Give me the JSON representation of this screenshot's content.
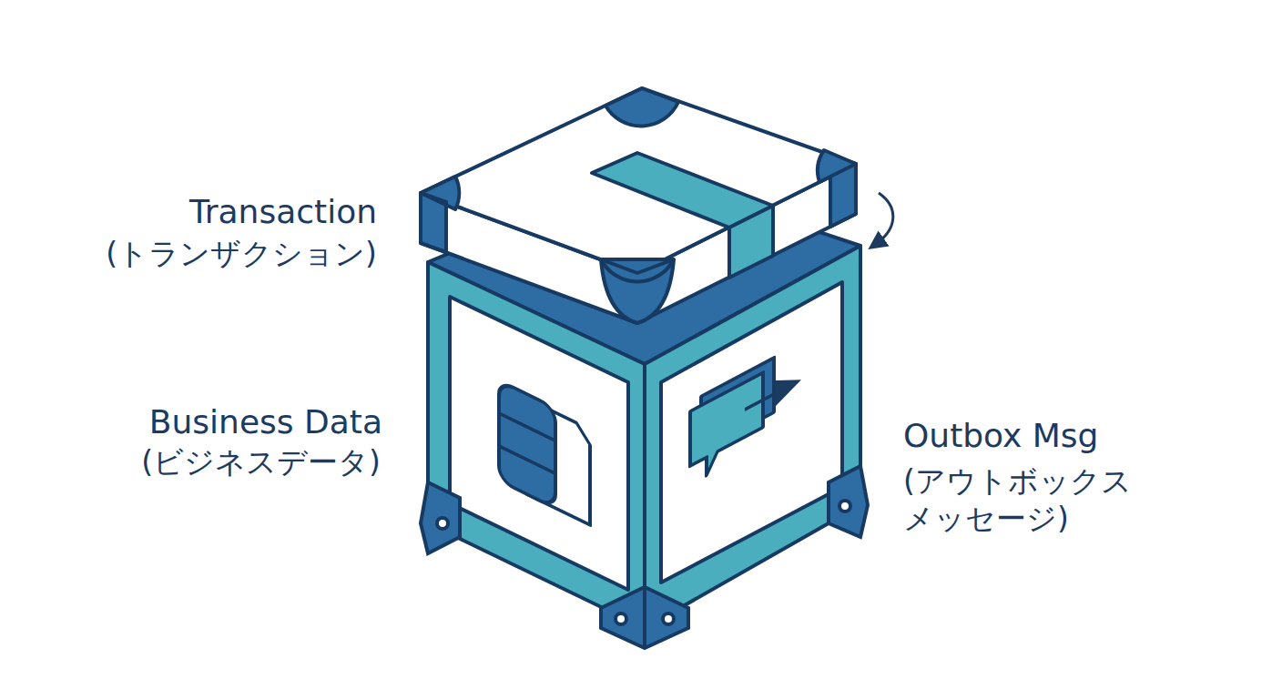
{
  "diagram": {
    "labels": [
      "Transaction",
      "(トランザクション)",
      "Business Data",
      "(ビジネスデータ)",
      "Outbox Msg",
      "(アウトボックス メッセージ)"
    ]
  }
}
